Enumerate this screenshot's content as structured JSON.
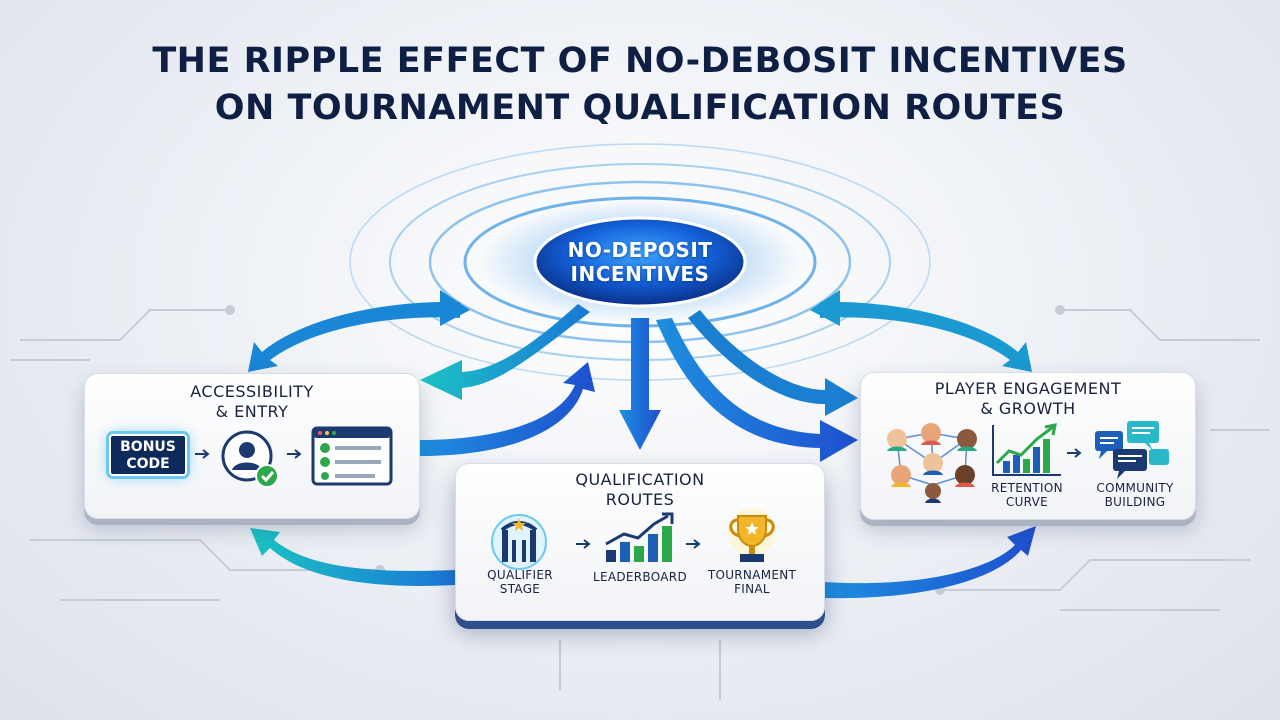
{
  "title": {
    "line1": "THE RIPPLE EFFECT OF NO-DEBOSIT INCENTIVES",
    "line2": "ON TOURNAMENT QUALIFICATION ROUTES"
  },
  "hub": {
    "line1": "NO-DEPOSIT",
    "line2": "INCENTIVES"
  },
  "access": {
    "title_line1": "ACCESSIBILITY",
    "title_line2": "& ENTRY",
    "bonus_line1": "BONUS",
    "bonus_line2": "CODE"
  },
  "qualification": {
    "title_line1": "QUALIFICATION",
    "title_line2": "ROUTES",
    "stage_line1": "QUALIFIER",
    "stage_line2": "STAGE",
    "leaderboard": "LEADERBOARD",
    "final_line1": "TOURNAMENT",
    "final_line2": "FINAL"
  },
  "engagement": {
    "title_line1": "PLAYER ENGAGEMENT",
    "title_line2": "& GROWTH",
    "retention_line1": "RETENTION",
    "retention_line2": "CURVE",
    "community_line1": "COMMUNITY",
    "community_line2": "BUILDING"
  },
  "colors": {
    "navy": "#0f1f44",
    "teal": "#1fb8c9",
    "blue": "#1f5fd1",
    "accent_green": "#2aa84a"
  }
}
